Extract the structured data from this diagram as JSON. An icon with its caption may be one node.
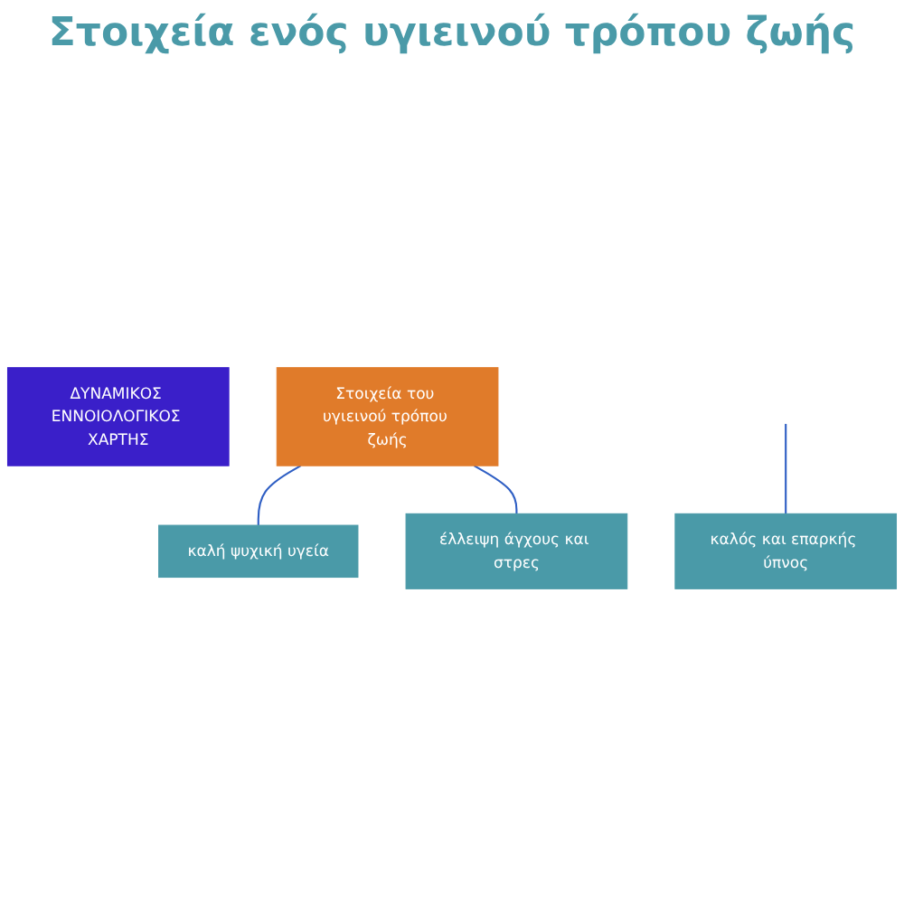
{
  "diagram": {
    "title": "Στοιχεία ενός υγιεινού τρόπου ζωής",
    "nodes": [
      {
        "text": [
          "ΔΥΝΑΜΙΚΟΣ ΕΝΝΟΙΟΛΟΓΙΚΟΣ ΧΑΡΤΗΣ"
        ]
      },
      {
        "text": [
          "Στοιχεία του υγιεινού τρόπου ζωής"
        ]
      },
      {
        "text": [
          "καλή ψυχική υγεία"
        ]
      },
      {
        "text": [
          "έλλειψη άγχους και στρες"
        ]
      },
      {
        "text": [
          "καλός και επαρκής ύπνος"
        ]
      }
    ],
    "edges": [
      {
        "from": 1,
        "to": 2,
        "arrow": "none"
      },
      {
        "from": 1,
        "to": 3,
        "arrow": "none"
      },
      {
        "from": null,
        "to": 4,
        "arrow": "none"
      }
    ]
  }
}
